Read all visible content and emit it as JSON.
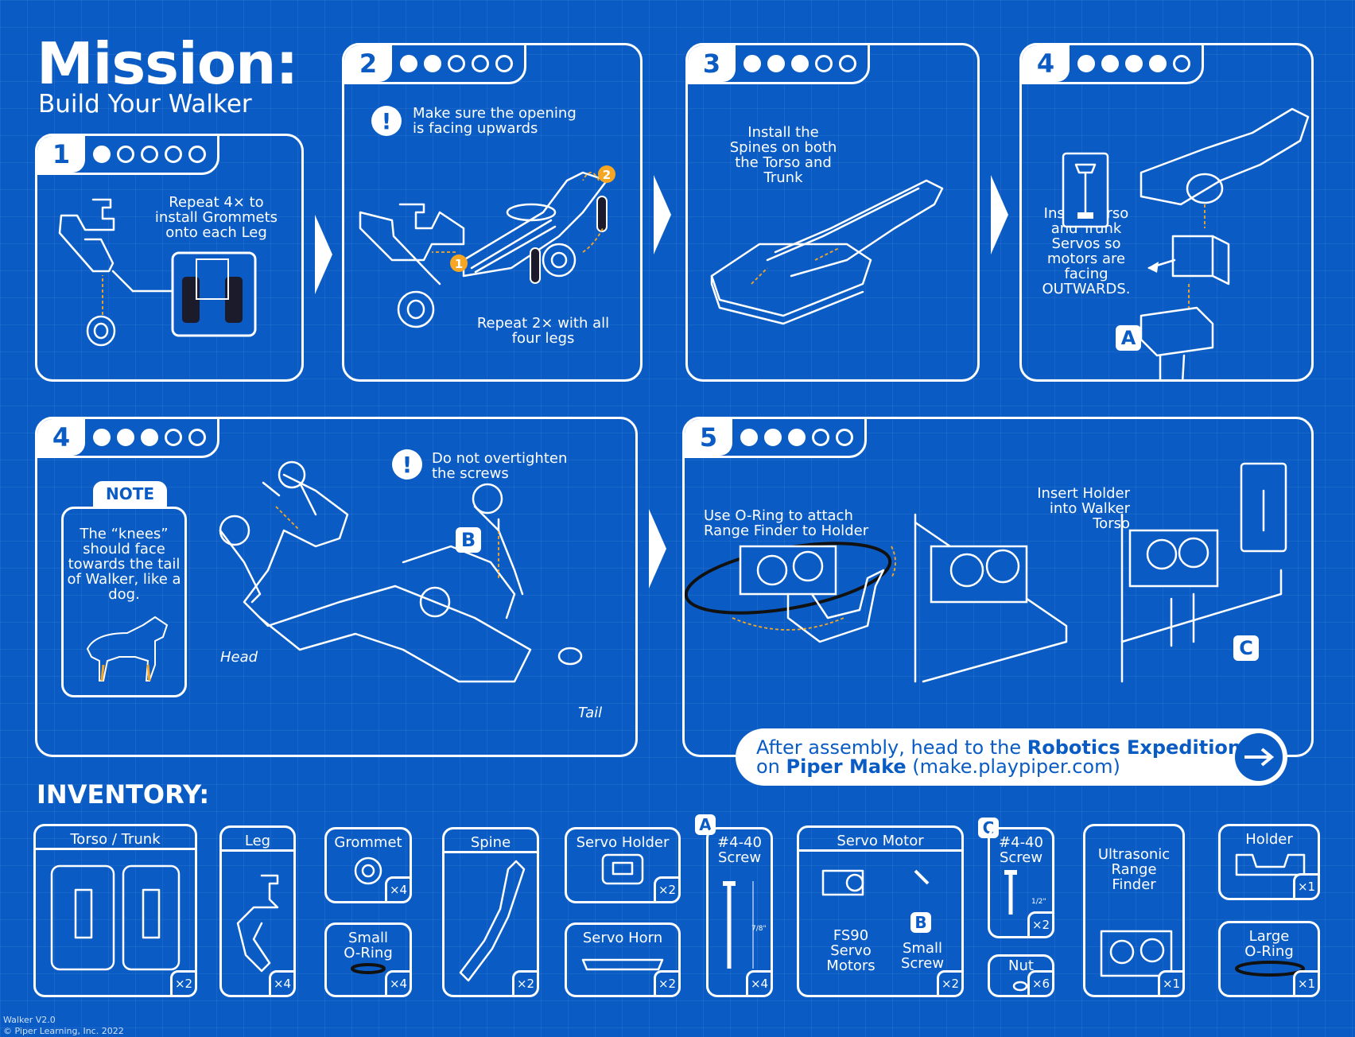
{
  "title": "Mission:",
  "subtitle": "Build Your Walker",
  "steps": [
    {
      "num": "1",
      "dots_on": 1,
      "text": "Repeat 4× to\ninstall Grommets\nonto each Leg"
    },
    {
      "num": "2",
      "dots_on": 2,
      "warning": "Make sure the opening\nis facing upwards",
      "text": "Repeat 2× with all\nfour legs",
      "markers": [
        "1",
        "2"
      ]
    },
    {
      "num": "3",
      "dots_on": 3,
      "text": "Install the\nSpines on both\nthe Torso and\nTrunk"
    },
    {
      "num": "4",
      "dots_on": 4,
      "text": "Install Torso\nand Trunk\nServos so\nmotors are\nfacing\nOUTWARDS.",
      "badge": "A"
    },
    {
      "num": "4",
      "dots_on": 3,
      "warning": "Do not overtighten\nthe screws",
      "badge": "B",
      "head_label": "Head",
      "tail_label": "Tail",
      "note_title": "NOTE",
      "note_text": "The “knees”\nshould face\ntowards the tail\nof Walker, like a\ndog."
    },
    {
      "num": "5",
      "dots_on": 3,
      "text_left": "Use O-Ring to attach\nRange Finder to Holder",
      "text_right": "Insert Holder\ninto Walker\nTorso",
      "badge": "C"
    }
  ],
  "cta": {
    "prefix": "After assembly, head to the ",
    "bold1": "Robotics Expedition",
    "line2_prefix": "on ",
    "bold2": "Piper Make",
    "suffix": " (make.playpiper.com)"
  },
  "inventory_title": "INVENTORY:",
  "inventory": {
    "torso": {
      "label": "Torso / Trunk",
      "qty": "×2"
    },
    "leg": {
      "label": "Leg",
      "qty": "×4"
    },
    "grommet": {
      "label": "Grommet",
      "qty": "×4"
    },
    "small_oring": {
      "label": "Small\nO-Ring",
      "qty": "×4"
    },
    "spine": {
      "label": "Spine",
      "qty": "×2"
    },
    "servo_holder": {
      "label": "Servo Holder",
      "qty": "×2"
    },
    "servo_horn": {
      "label": "Servo Horn",
      "qty": "×2"
    },
    "screw_a": {
      "badge": "A",
      "label": "#4-40\nScrew",
      "dim": "7/8\"",
      "qty": "×4"
    },
    "servo_motor": {
      "label": "Servo Motor",
      "sub1": "FS90\nServo\nMotors",
      "badge": "B",
      "sub2": "Small\nScrew",
      "qty": "×2"
    },
    "screw_c": {
      "badge": "C",
      "label": "#4-40\nScrew",
      "dim": "1/2\"",
      "qty": "×2"
    },
    "nut": {
      "label": "Nut",
      "qty": "×6"
    },
    "ultrasonic": {
      "label": "Ultrasonic\nRange\nFinder",
      "qty": "×1"
    },
    "holder": {
      "label": "Holder",
      "qty": "×1"
    },
    "large_oring": {
      "label": "Large\nO-Ring",
      "qty": "×1"
    }
  },
  "footer": {
    "version": "Walker V2.0",
    "copyright": "© Piper Learning, Inc. 2022"
  },
  "colors": {
    "background": "#0a5cc4",
    "accent": "#f6a623",
    "foreground": "#ffffff"
  }
}
